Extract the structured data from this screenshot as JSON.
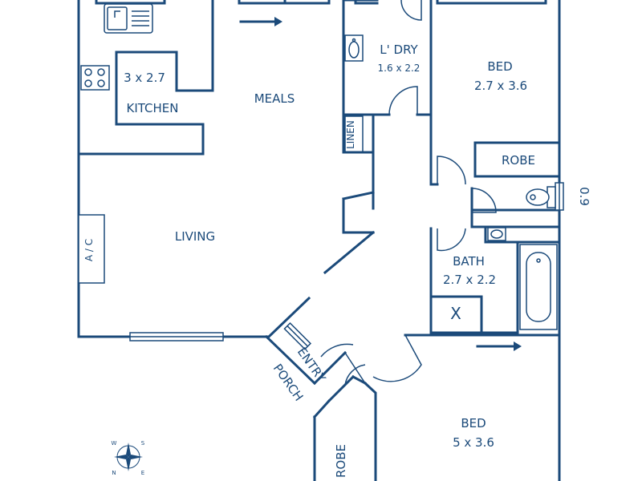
{
  "rooms": {
    "kitchen": {
      "name": "KITCHEN",
      "size": "3 x 2.7"
    },
    "meals": {
      "name": "MEALS"
    },
    "laundry": {
      "name": "L' DRY",
      "size": "1.6 x 2.2"
    },
    "bed1": {
      "name": "BED",
      "size": "2.7 x 3.6"
    },
    "linen": {
      "name": "LINEN"
    },
    "robe1": {
      "name": "ROBE"
    },
    "living": {
      "name": "LIVING"
    },
    "ac": {
      "name": "A / C"
    },
    "bath": {
      "name": "BATH",
      "size": "2.7 x 2.2"
    },
    "bath_x": {
      "name": "X"
    },
    "entry": {
      "name": "ENTRY"
    },
    "porch": {
      "name": "PORCH"
    },
    "bed2": {
      "name": "BED",
      "size": "5 x 3.6"
    },
    "robe2": {
      "name": "ROBE"
    }
  },
  "wc_dimension": "0.9",
  "compass": {
    "w": "W",
    "s": "S",
    "n": "N",
    "e": "E"
  },
  "colors": {
    "line": "#1b4a7a",
    "background": "#ffffff"
  }
}
